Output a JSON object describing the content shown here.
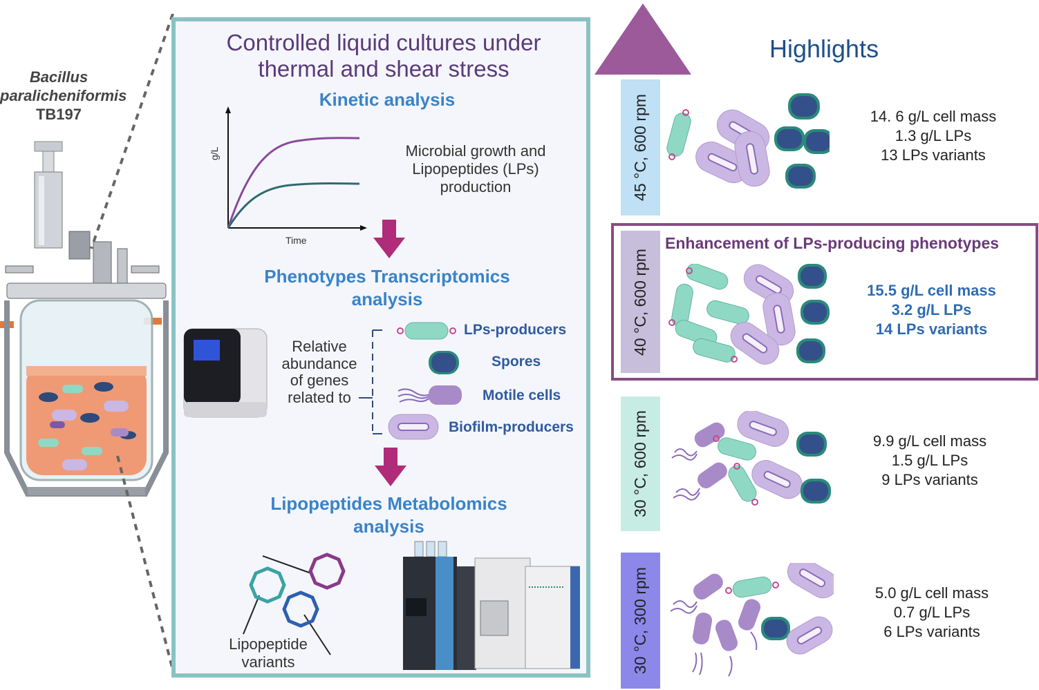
{
  "left": {
    "organism_line1": "Bacillus",
    "organism_line2": "paralicheniformis",
    "strain": "TB197"
  },
  "center": {
    "title_line1": "Controlled liquid cultures under",
    "title_line2": "thermal and shear stress",
    "kinetic_title": "Kinetic analysis",
    "axis_y": "g/L",
    "axis_x": "Time",
    "kinetic_desc_line1": "Microbial growth and",
    "kinetic_desc_line2": "Lipopeptides (LPs)",
    "kinetic_desc_line3": "production",
    "transcriptomics_line1": "Phenotypes Transcriptomics",
    "transcriptomics_line2": "analysis",
    "relative_line1": "Relative",
    "relative_line2": "abundance",
    "relative_line3": "of genes",
    "relative_line4": "related to",
    "legend": {
      "lps_producers": "LPs-producers",
      "spores": "Spores",
      "motile": "Motile cells",
      "biofilm": "Biofilm-producers"
    },
    "metabolomics_line1": "Lipopeptides Metabolomics",
    "metabolomics_line2": "analysis",
    "variants_line1": "Lipopeptide",
    "variants_line2": "variants"
  },
  "right": {
    "highlights": "Highlights",
    "rows": [
      {
        "condition": "45 °C, 600 rpm",
        "color": "#bfe0f5",
        "line1": "14. 6 g/L cell mass",
        "line2": "1.3 g/L LPs",
        "line3": "13 LPs variants"
      },
      {
        "condition": "40 °C, 600 rpm",
        "color": "#c7bedb",
        "line1": "15.5 g/L cell mass",
        "line2": "3.2 g/L  LPs",
        "line3": "14 LPs variants",
        "heading": "Enhancement of LPs-producing phenotypes"
      },
      {
        "condition": "30 °C, 600 rpm",
        "color": "#c7ece4",
        "line1": "9.9 g/L cell mass",
        "line2": "1.5 g/L LPs",
        "line3": "9 LPs variants"
      },
      {
        "condition": "30 °C, 300 rpm",
        "color": "#8c88ea",
        "line1": "5.0 g/L cell mass",
        "line2": "0.7 g/L LPs",
        "line3": "6 LPs variants"
      }
    ]
  },
  "colors": {
    "panel_border": "#8ac2c4",
    "panel_bg": "#f4f6fb",
    "purple_accent": "#8a4a86",
    "highlight_box": "#8a4a86",
    "heading_blue": "#3a83c8",
    "stat_blue": "#2f6bb3",
    "lps_cell": "#8fd9c4",
    "biofilm_cell": "#cbb7e3",
    "spore": "#2d4a7a",
    "motile_cell": "#a88ac9",
    "down_arrow": "#b02b7a"
  },
  "icons": [
    "bioreactor-icon",
    "qpcr-machine-icon",
    "hplc-ms-icon",
    "lipopeptide-ring-icon",
    "down-arrow-icon",
    "up-triangle-icon"
  ]
}
